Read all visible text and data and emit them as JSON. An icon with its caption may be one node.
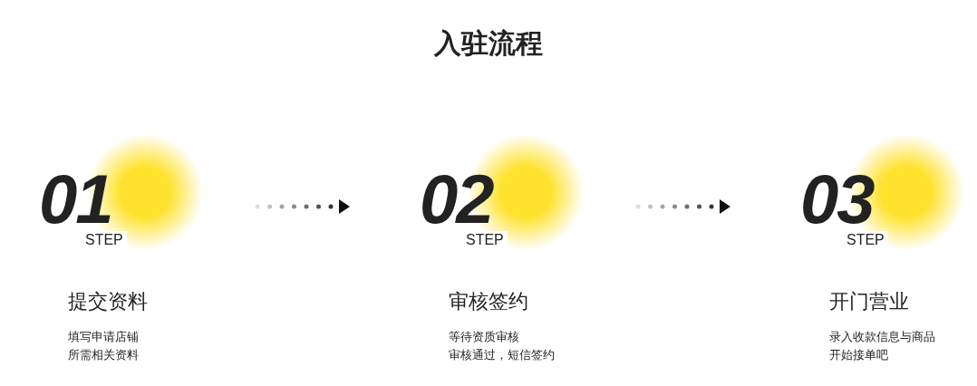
{
  "diagram": {
    "title": "入驻流程",
    "nodes": [
      {
        "text": [
          "01",
          "STEP"
        ],
        "beside": [
          "提交资料",
          "填写申请店铺",
          "所需相关资料"
        ]
      },
      {
        "text": [
          "02",
          "STEP"
        ],
        "beside": [
          "审核签约",
          "等待资质审核",
          "审核通过，短信签约"
        ]
      },
      {
        "text": [
          "03",
          "STEP"
        ],
        "beside": [
          "开门营业",
          "录入收款信息与商品",
          "开始接单吧"
        ]
      }
    ],
    "edges": [
      {
        "from": 0,
        "to": 1,
        "arrow": "to",
        "style": "dashed"
      },
      {
        "from": 1,
        "to": 2,
        "arrow": "to",
        "style": "dashed"
      }
    ]
  }
}
